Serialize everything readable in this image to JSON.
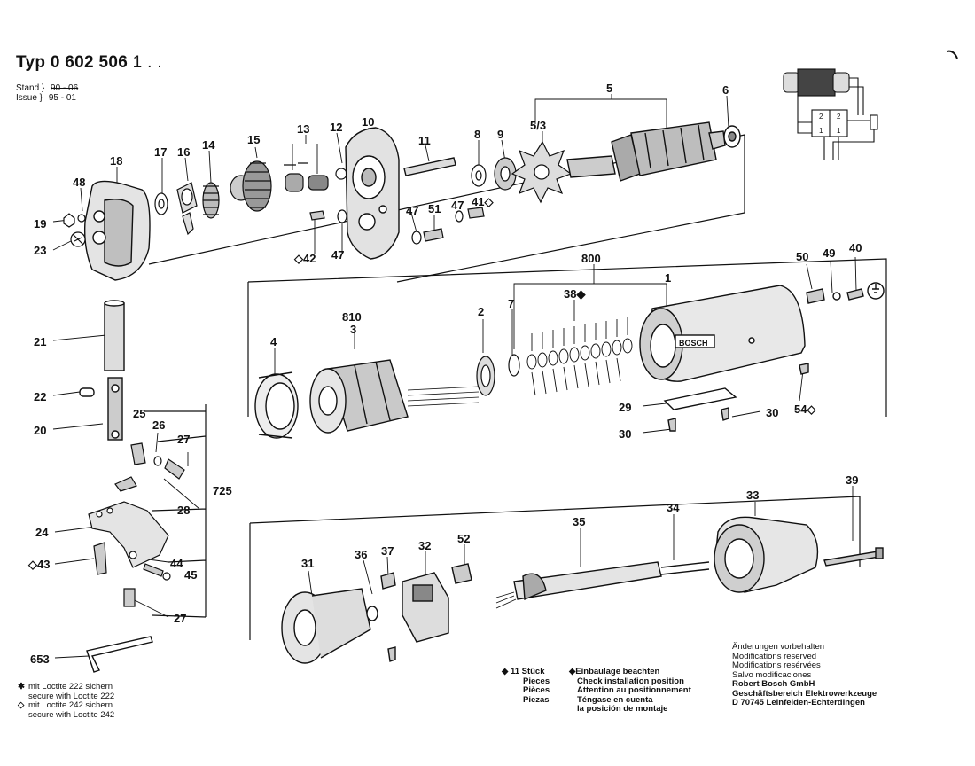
{
  "header": {
    "typ_prefix": "Typ 0 60",
    "typ_bold": "2 506",
    "typ_suffix": " 1 . .",
    "stand_label": "Stand",
    "issue_label": "Issue",
    "stand_value": "90 - 06",
    "issue_value": "95 - 01"
  },
  "labels": {
    "l5": "5",
    "l6": "6",
    "l13": "13",
    "l12": "12",
    "l10": "10",
    "l11": "11",
    "l8": "8",
    "l9": "9",
    "l5_3": "5/3",
    "l17": "17",
    "l16": "16",
    "l14": "14",
    "l15": "15",
    "l18": "18",
    "l48": "48",
    "l19": "19",
    "l23": "23",
    "l47a": "47",
    "l51": "51",
    "l47b": "47",
    "l41": "41◇",
    "l42": "◇42",
    "l47c": "47",
    "l800": "800",
    "l1": "1",
    "l38": "38◆",
    "l810": "810",
    "l3": "3",
    "l2": "2",
    "l7": "7",
    "l4": "4",
    "l50": "50",
    "l49": "49",
    "l40": "40",
    "l29": "29",
    "l30a": "30",
    "l30b": "30",
    "l54": "54◇",
    "l21": "21",
    "l22": "22",
    "l20": "20",
    "l25": "25",
    "l26": "26",
    "l27a": "27",
    "l725": "725",
    "l28": "28",
    "l24": "24",
    "l43": "◇43",
    "l44": "44",
    "l45": "45",
    "l27b": "27",
    "l653": "653",
    "l31": "31",
    "l36": "36",
    "l37": "37",
    "l32": "32",
    "l52": "52",
    "l35": "35",
    "l34": "34",
    "l33": "33",
    "l39": "39",
    "l2a": "2",
    "l2b": "2",
    "l1a": "1",
    "l1b": "1",
    "brand": "BOSCH"
  },
  "legend_left": {
    "star_sym": "✱",
    "star_de": "mit Loctite 222 sichern",
    "star_en": "secure with Loctite 222",
    "dia_sym": "◇",
    "dia_de": "mit Loctite 242 sichern",
    "dia_en": "secure with Loctite 242"
  },
  "legend_mid": {
    "count_line": "◆ 11 Stück",
    "pieces1": "Pieces",
    "pieces2": "Pièces",
    "pieces3": "Piezas"
  },
  "legend_mid2": {
    "l1": "◆Einbaulage beachten",
    "l2": "Check installation position",
    "l3": "Attention au positionnement",
    "l4": "Téngase en cuenta",
    "l5": "la posición de montaje"
  },
  "legend_right": {
    "l1": "Änderungen vorbehalten",
    "l2": "Modifications reserved",
    "l3": "Modifications resérvées",
    "l4": "Salvo modificaciones",
    "l5": "Robert Bosch GmbH",
    "l6": "Geschäftsbereich Elektrowerkzeuge",
    "l7": "D 70745 Leinfelden-Echterdingen"
  }
}
